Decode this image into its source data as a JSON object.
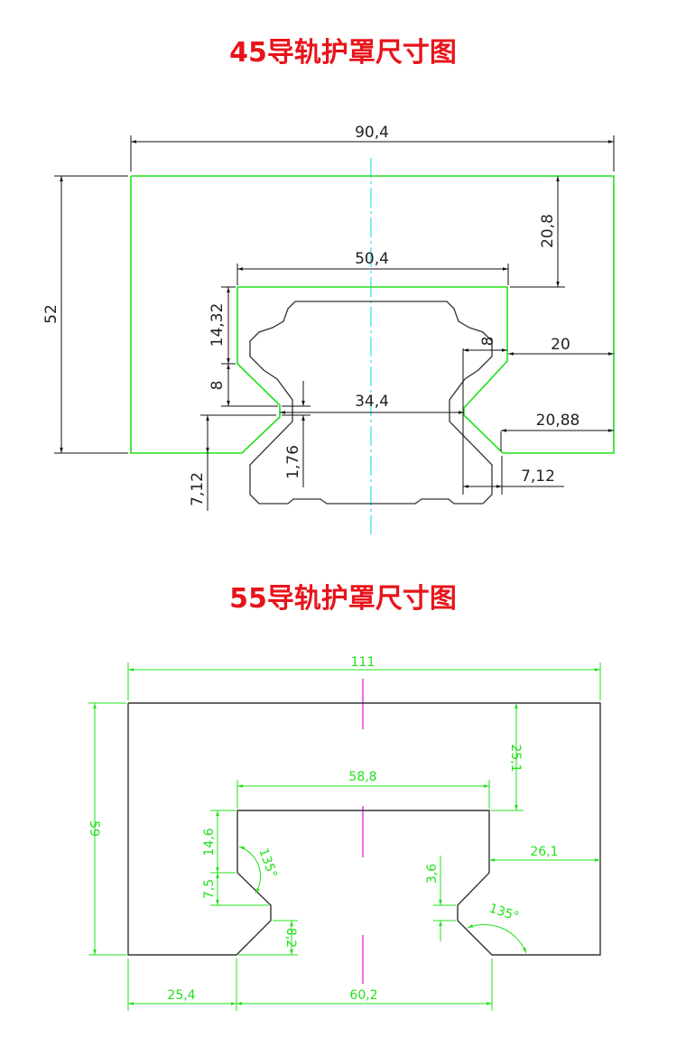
{
  "drawing_45": {
    "title": "45导轨护罩尺寸图",
    "dims": {
      "overall_width": "90,4",
      "overall_height": "52",
      "top_right_height": "20,8",
      "inner_width": "50,4",
      "inner_upper_height": "14,32",
      "inner_bevel_height": "8",
      "throat_width": "34,4",
      "throat_gap": "1,76",
      "left_lower_height": "7,12",
      "right_side_width": "20",
      "right_small": "8",
      "right_bottom_width": "20,88",
      "right_lower_offset": "7,12"
    },
    "colors": {
      "cover": "#22e01a",
      "rail": "#333333",
      "centerline": "#00d8e8"
    }
  },
  "drawing_55": {
    "title": "55导轨护罩尺寸图",
    "dims": {
      "overall_width": "111",
      "overall_height": "59",
      "top_right_height": "25,1",
      "inner_width": "58,8",
      "inner_upper_height": "14,6",
      "inner_bevel_height": "7,5",
      "left_angle": "135°",
      "throat_gap": "3,6",
      "right_side_width": "26,1",
      "right_angle": "135°",
      "lower_bevel_height": "8,2",
      "left_foot_width": "25,4",
      "bottom_opening_width": "60,2"
    },
    "colors": {
      "outline": "#333333",
      "dimension": "#22e01a",
      "centerline": "#e020e0"
    }
  }
}
